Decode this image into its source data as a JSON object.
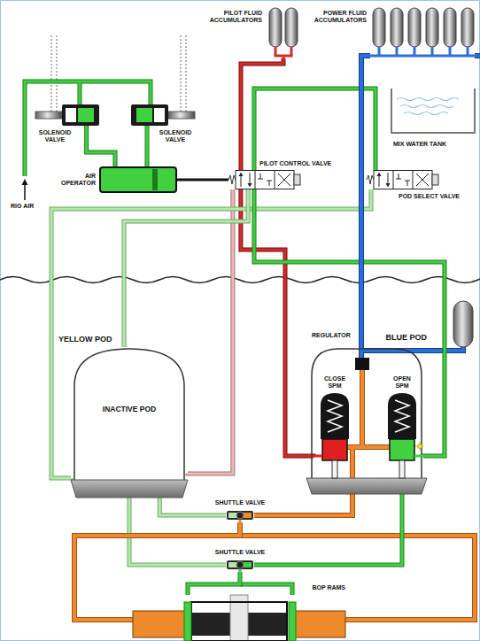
{
  "diagram": {
    "nodes": [
      {
        "text": [
          "PILOT FLUID ACCUMULATORS"
        ]
      },
      {
        "text": [
          "POWER FLUID ACCUMULATORS"
        ]
      },
      {
        "text": [
          "SOLENOID VALVE"
        ]
      },
      {
        "text": [
          "SOLENOID VALVE"
        ]
      },
      {
        "text": [
          "AIR OPERATOR"
        ]
      },
      {
        "text": [
          "PILOT CONTROL VALVE"
        ]
      },
      {
        "text": [
          "MIX WATER TANK"
        ]
      },
      {
        "text": [
          "POD SELECT VALVE"
        ]
      },
      {
        "text": [
          "YELLOW POD",
          "INACTIVE POD"
        ]
      },
      {
        "text": [
          "BLUE POD"
        ]
      },
      {
        "text": [
          "CLOSE SPM"
        ],
        "in": 9
      },
      {
        "text": [
          "OPEN SPM"
        ],
        "in": 9
      },
      {
        "text": [
          "SHUTTLE VALVE"
        ]
      },
      {
        "text": [
          "SHUTTLE VALVE"
        ]
      },
      {
        "text": [
          "BOP RAMS"
        ]
      }
    ],
    "edges": [
      {
        "from": 0,
        "to": 5,
        "arrow": "none"
      },
      {
        "from": 5,
        "to": 10,
        "arrow": "none"
      },
      {
        "from": 5,
        "to": 8,
        "arrow": "none"
      },
      {
        "from": 4,
        "to": 5,
        "arrow": "none"
      },
      {
        "from": 2,
        "to": 4,
        "arrow": "none"
      },
      {
        "from": 3,
        "to": 4,
        "arrow": "none"
      },
      {
        "from": 7,
        "to": 8,
        "arrow": "none"
      },
      {
        "from": 7,
        "to": 5,
        "arrow": "none"
      },
      {
        "from": 5,
        "to": 11,
        "arrow": "none"
      },
      {
        "from": 5,
        "to": 8,
        "arrow": "none"
      },
      {
        "from": 1,
        "to": 9,
        "arrow": "none"
      },
      {
        "from": 9,
        "to": 12,
        "arrow": "none"
      },
      {
        "from": 8,
        "to": 12,
        "arrow": "none"
      },
      {
        "from": 8,
        "to": 13,
        "arrow": "none"
      },
      {
        "from": 11,
        "to": 13,
        "arrow": "none"
      },
      {
        "from": 12,
        "to": 14,
        "arrow": "none"
      },
      {
        "from": 13,
        "to": 14,
        "arrow": "none"
      }
    ],
    "labels": [
      "RIG AIR",
      "REGULATOR"
    ]
  }
}
